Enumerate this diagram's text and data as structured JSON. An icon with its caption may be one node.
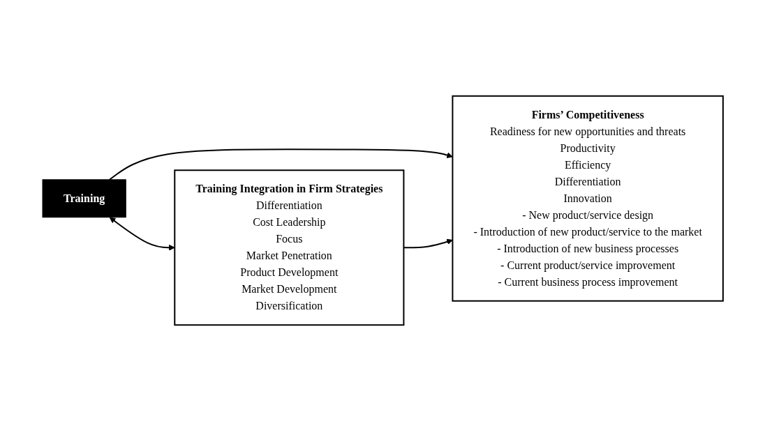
{
  "diagram": {
    "nodes": [
      {
        "text": [
          "Training"
        ]
      },
      {
        "text": [
          "Training Integration in Firm Strategies",
          "Differentiation",
          "Cost Leadership",
          "Focus",
          "Market Penetration",
          "Product Development",
          "Market Development",
          "Diversification"
        ]
      },
      {
        "text": [
          "Firms’ Competitiveness",
          "Readiness for new opportunities and threats",
          "Productivity",
          "Efficiency",
          "Differentiation",
          "Innovation",
          "- New product/service design",
          "- Introduction of new product/service to the market",
          "- Introduction of new business processes",
          "- Current product/service improvement",
          "- Current business process improvement"
        ]
      }
    ],
    "edges": [
      {
        "from": 0,
        "to": 2,
        "arrow": "to"
      },
      {
        "from": 0,
        "to": 1,
        "arrow": "both"
      },
      {
        "from": 1,
        "to": 2,
        "arrow": "to"
      }
    ]
  }
}
